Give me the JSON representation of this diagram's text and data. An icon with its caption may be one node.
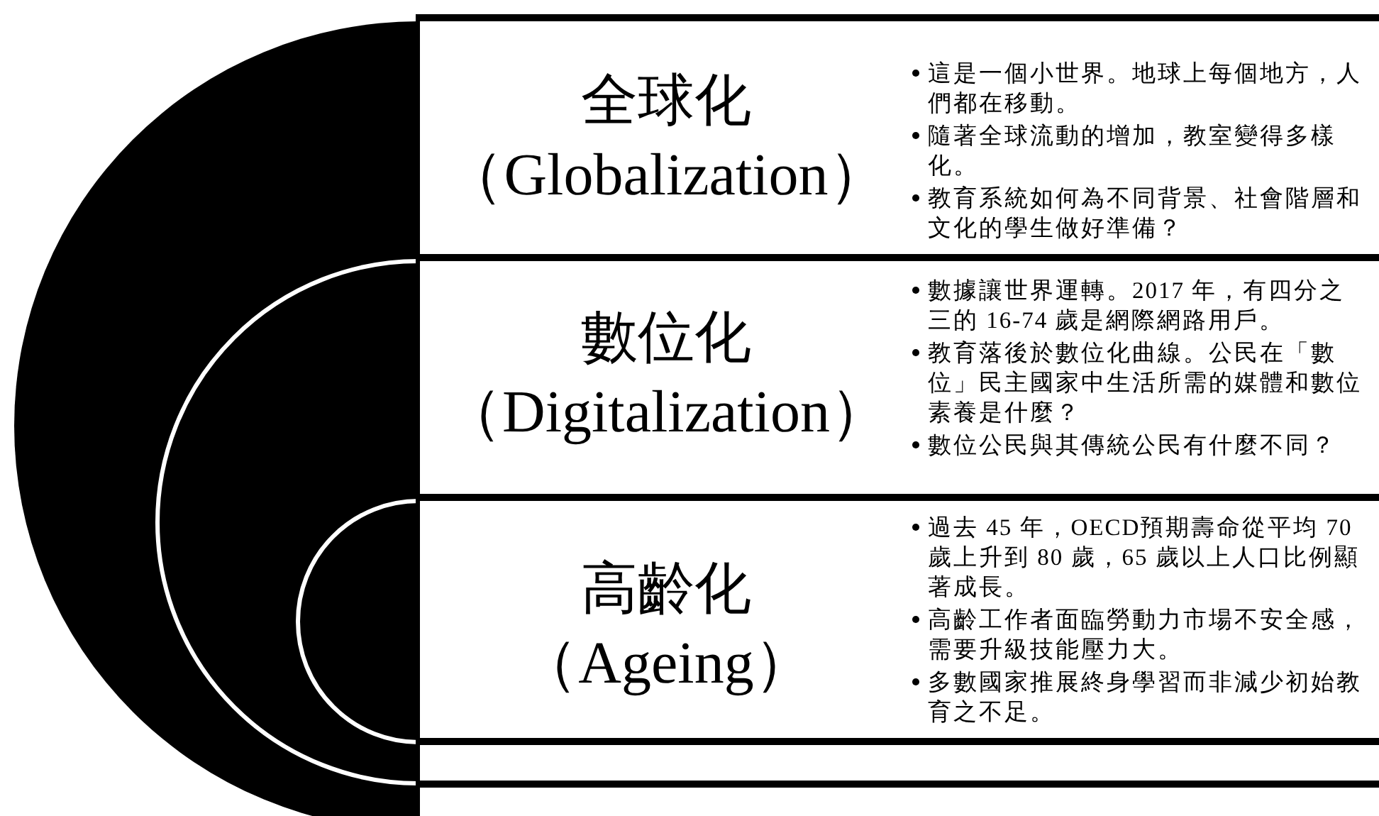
{
  "diagram": {
    "nodes": [
      {
        "text": [
          "全球化",
          "（Globalization）",
          "這是一個小世界。地球上每個地方，人們都在移動。",
          "隨著全球流動的增加，教室變得多樣化。",
          "教育系統如何為不同背景、社會階層和文化的學生做好準備？"
        ]
      },
      {
        "text": [
          "數位化",
          "（Digitalization）",
          "數據讓世界運轉。2017 年，有四分之三的 16-74 歲是網際網路用戶。",
          "教育落後於數位化曲線。公民在「數位」民主國家中生活所需的媒體和數位素養是什麼？",
          "數位公民與其傳統公民有什麼不同？"
        ]
      },
      {
        "text": [
          "高齡化",
          "（Ageing）",
          "過去 45 年，OECD預期壽命從平均 70 歲上升到 80 歲，65 歲以上人口比例顯著成長。",
          "高齡工作者面臨勞動力市場不安全感，需要升級技能壓力大。",
          "多數國家推展終身學習而非減少初始教育之不足。"
        ]
      }
    ]
  }
}
